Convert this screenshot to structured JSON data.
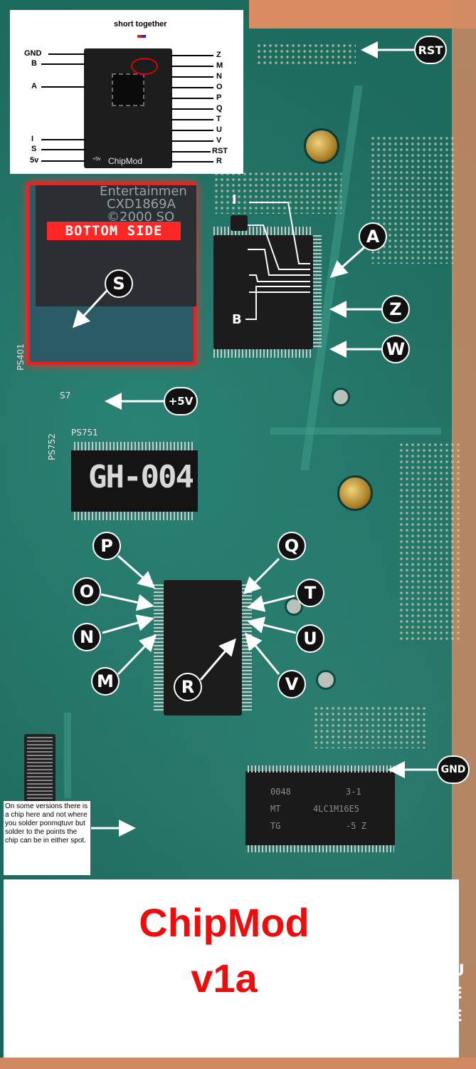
{
  "inset": {
    "heading": "short together",
    "left_pins": [
      "GND",
      "B",
      "A",
      "I",
      "S",
      "5v"
    ],
    "right_pins": [
      "Z",
      "M",
      "N",
      "O",
      "P",
      "Q",
      "T",
      "U",
      "V",
      "RST",
      "R"
    ],
    "module_name": "ChipMod",
    "module_pin_5v": "+5v"
  },
  "bottom_side": {
    "label": "BOTTOM SIDE",
    "chip_line1": "Entertainmen",
    "chip_line2": "CXD1869A",
    "chip_line3": "©2000 SO"
  },
  "markers": {
    "rst": "RST",
    "i": "I",
    "a": "A",
    "s": "S",
    "b": "B",
    "z": "Z",
    "w": "W",
    "plus5v": "+5V",
    "p": "P",
    "q": "Q",
    "o": "O",
    "t": "T",
    "n": "N",
    "u": "U",
    "m": "M",
    "r": "R",
    "v": "V",
    "gnd": "GND"
  },
  "board": {
    "gh_chip": "GH-004",
    "silk_ps751": "PS751",
    "silk_ps752": "PS752",
    "silk_s7": "S7",
    "silk_ps401": "PS401",
    "ram_line1": "0048",
    "ram_line2": "3-1",
    "ram_line3": "MT",
    "ram_line4": "4LC1M16E5",
    "ram_line5": "TG",
    "ram_line6": "-5 Z",
    "side_letters": [
      "U",
      "E",
      "E"
    ]
  },
  "note": "On some versions there is a chip here and not where you solder ponmqtuvr but solder to the points the chip can be in either spot.",
  "title": {
    "line1": "ChipMod",
    "line2": "v1a"
  },
  "colors": {
    "board_green": "#1f6e62",
    "highlight_red": "#ff1a1a",
    "title_red": "#ee0d0d",
    "pad_copper": "#d98b61"
  }
}
